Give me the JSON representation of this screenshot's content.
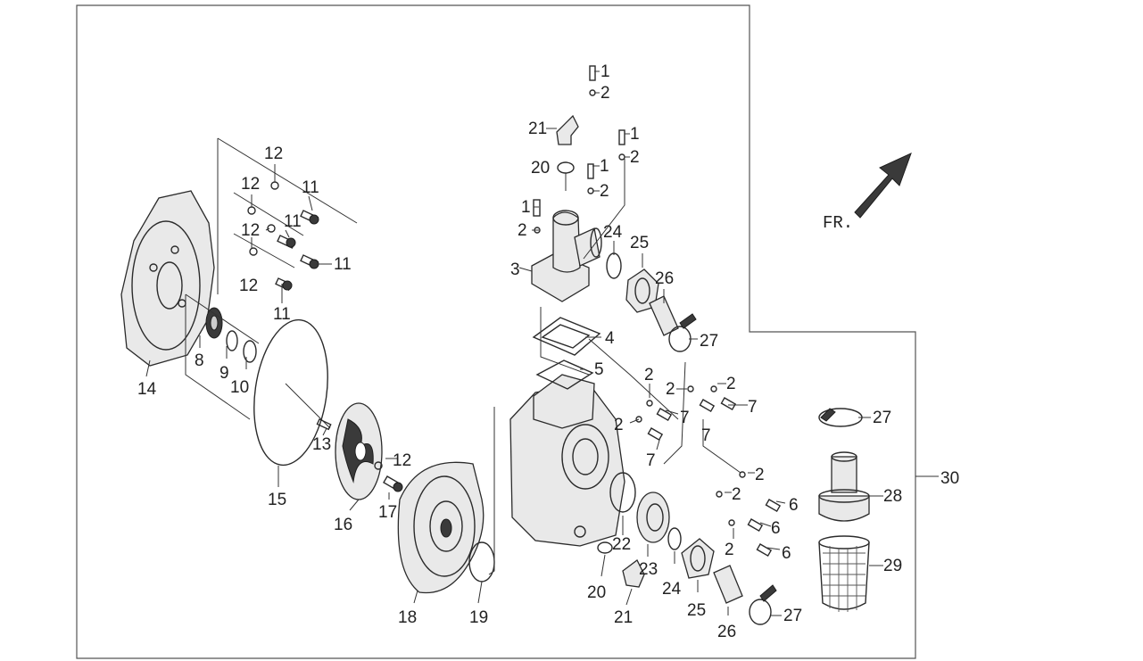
{
  "diagram": {
    "orientation_label": "FR.",
    "callouts": [
      "1",
      "2",
      "3",
      "4",
      "5",
      "6",
      "7",
      "8",
      "9",
      "10",
      "11",
      "12",
      "13",
      "14",
      "15",
      "16",
      "17",
      "18",
      "19",
      "20",
      "21",
      "22",
      "23",
      "24",
      "25",
      "26",
      "27",
      "28",
      "29",
      "30"
    ]
  }
}
